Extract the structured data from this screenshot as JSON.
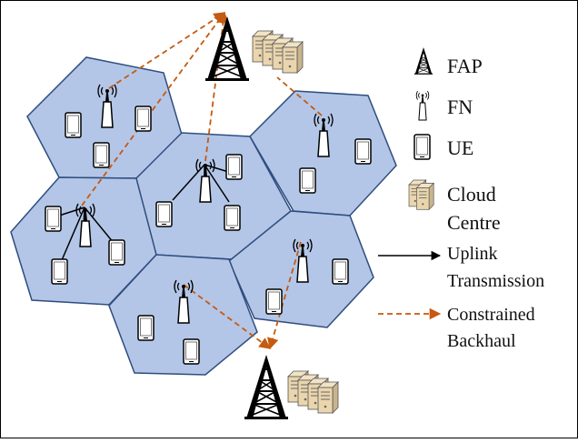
{
  "legend": {
    "fap_label": "FAP",
    "fn_label": "FN",
    "ue_label": "UE",
    "cloud_label_line1": "Cloud",
    "cloud_label_line2": "Centre",
    "uplink_line1": "Uplink",
    "uplink_line2": "Transmission",
    "backhaul_line1": "Constrained",
    "backhaul_line2": "Backhaul"
  },
  "colors": {
    "cell_fill": "#b3c6e7",
    "cell_stroke": "#2f4d7e",
    "backhaul": "#c55a11",
    "uplink": "#000000"
  },
  "icons": {
    "fap": "tower-icon",
    "fn": "fog-node-icon",
    "ue": "phone-icon",
    "cloud": "server-rack-icon"
  }
}
